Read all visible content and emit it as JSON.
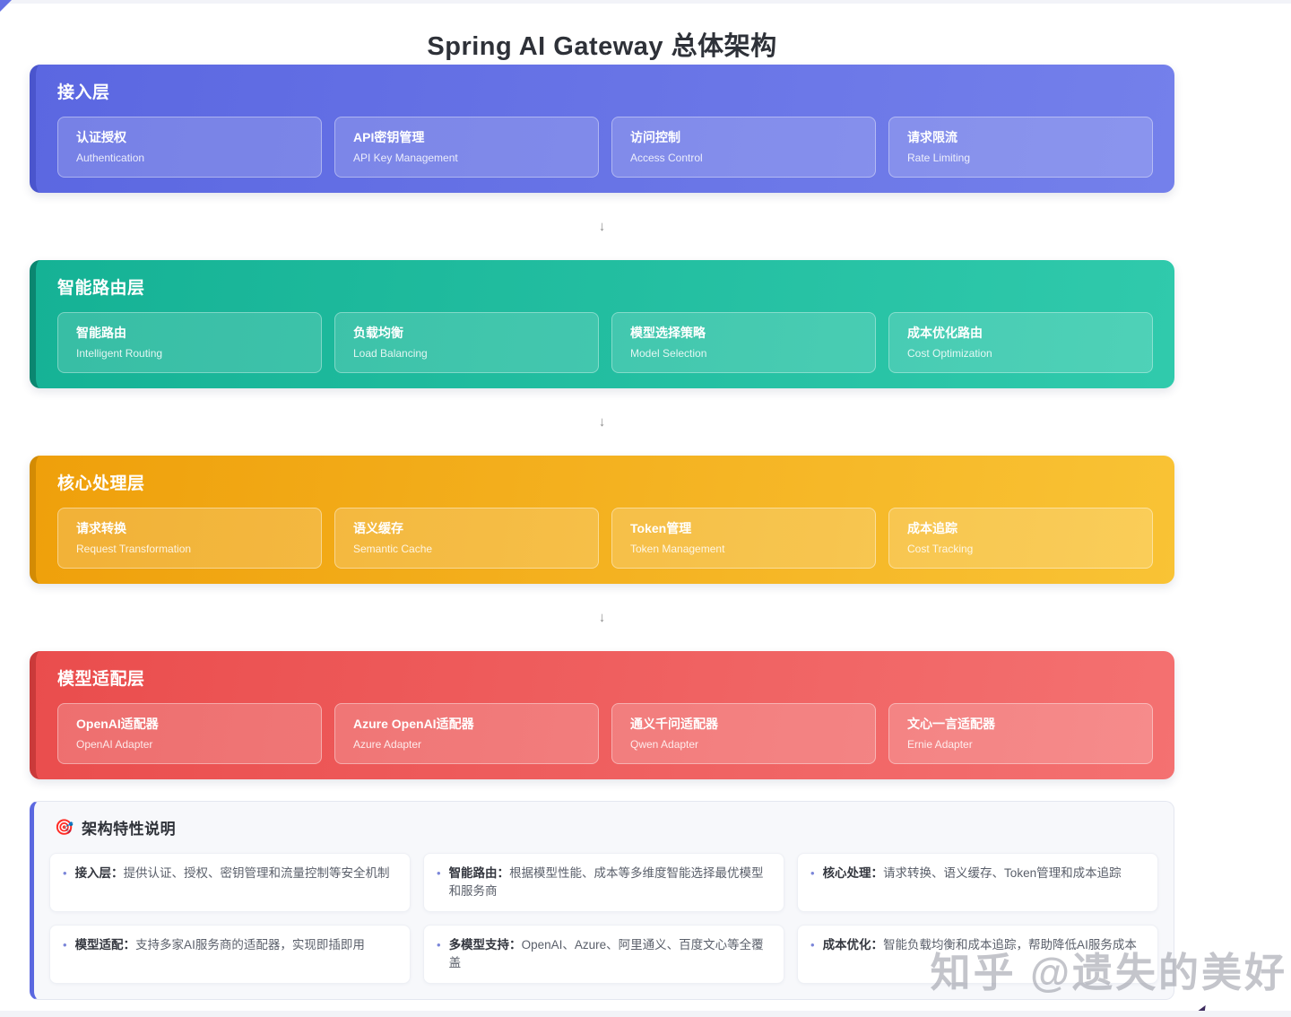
{
  "page": {
    "title": "Spring AI Gateway 总体架构",
    "arrow_glyph": "↓",
    "watermark": "知乎 @遗失的美好"
  },
  "layers": [
    {
      "name": "接入层",
      "colors": {
        "bg1": "#5b67e1",
        "bg2": "#7480eb",
        "edge": "#4a55cd",
        "card-bg": "rgba(255,255,255,0.17)",
        "card-border": "rgba(255,255,255,0.38)"
      },
      "cards": [
        {
          "title": "认证授权",
          "subtitle": "Authentication"
        },
        {
          "title": "API密钥管理",
          "subtitle": "API Key Management"
        },
        {
          "title": "访问控制",
          "subtitle": "Access Control"
        },
        {
          "title": "请求限流",
          "subtitle": "Rate Limiting"
        }
      ]
    },
    {
      "name": "智能路由层",
      "colors": {
        "bg1": "#15b295",
        "bg2": "#30caac",
        "edge": "#0b8670",
        "card-bg": "rgba(255,255,255,0.15)",
        "card-border": "rgba(255,255,255,0.35)"
      },
      "cards": [
        {
          "title": "智能路由",
          "subtitle": "Intelligent Routing"
        },
        {
          "title": "负载均衡",
          "subtitle": "Load Balancing"
        },
        {
          "title": "模型选择策略",
          "subtitle": "Model Selection"
        },
        {
          "title": "成本优化路由",
          "subtitle": "Cost Optimization"
        }
      ]
    },
    {
      "name": "核心处理层",
      "colors": {
        "bg1": "#efa00b",
        "bg2": "#f9c335",
        "edge": "#d38b04",
        "card-bg": "rgba(255,255,255,0.18)",
        "card-border": "rgba(255,255,255,0.42)"
      },
      "cards": [
        {
          "title": "请求转换",
          "subtitle": "Request Transformation"
        },
        {
          "title": "语义缓存",
          "subtitle": "Semantic Cache"
        },
        {
          "title": "Token管理",
          "subtitle": "Token Management"
        },
        {
          "title": "成本追踪",
          "subtitle": "Cost Tracking"
        }
      ]
    },
    {
      "name": "模型适配层",
      "colors": {
        "bg1": "#ea4d4d",
        "bg2": "#f47171",
        "edge": "#ca3a3a",
        "card-bg": "rgba(255,255,255,0.19)",
        "card-border": "rgba(255,255,255,0.40)"
      },
      "cards": [
        {
          "title": "OpenAI适配器",
          "subtitle": "OpenAI Adapter"
        },
        {
          "title": "Azure OpenAI适配器",
          "subtitle": "Azure Adapter"
        },
        {
          "title": "通义千问适配器",
          "subtitle": "Qwen Adapter"
        },
        {
          "title": "文心一言适配器",
          "subtitle": "Ernie Adapter"
        }
      ]
    }
  ],
  "features": {
    "icon": "🎯",
    "heading": "架构特性说明",
    "bullet_glyph": "•",
    "colors": {
      "panel-bg": "#f7f8fb",
      "panel-border": "#e4e7f0",
      "accent": "#5b68e0",
      "bullet": "#7b86d9"
    },
    "items": [
      {
        "label": "接入层：",
        "text": "提供认证、授权、密钥管理和流量控制等安全机制"
      },
      {
        "label": "智能路由：",
        "text": "根据模型性能、成本等多维度智能选择最优模型和服务商"
      },
      {
        "label": "核心处理：",
        "text": "请求转换、语义缓存、Token管理和成本追踪"
      },
      {
        "label": "模型适配：",
        "text": "支持多家AI服务商的适配器，实现即插即用"
      },
      {
        "label": "多模型支持：",
        "text": "OpenAI、Azure、阿里通义、百度文心等全覆盖"
      },
      {
        "label": "成本优化：",
        "text": "智能负载均衡和成本追踪，帮助降低AI服务成本"
      }
    ]
  }
}
